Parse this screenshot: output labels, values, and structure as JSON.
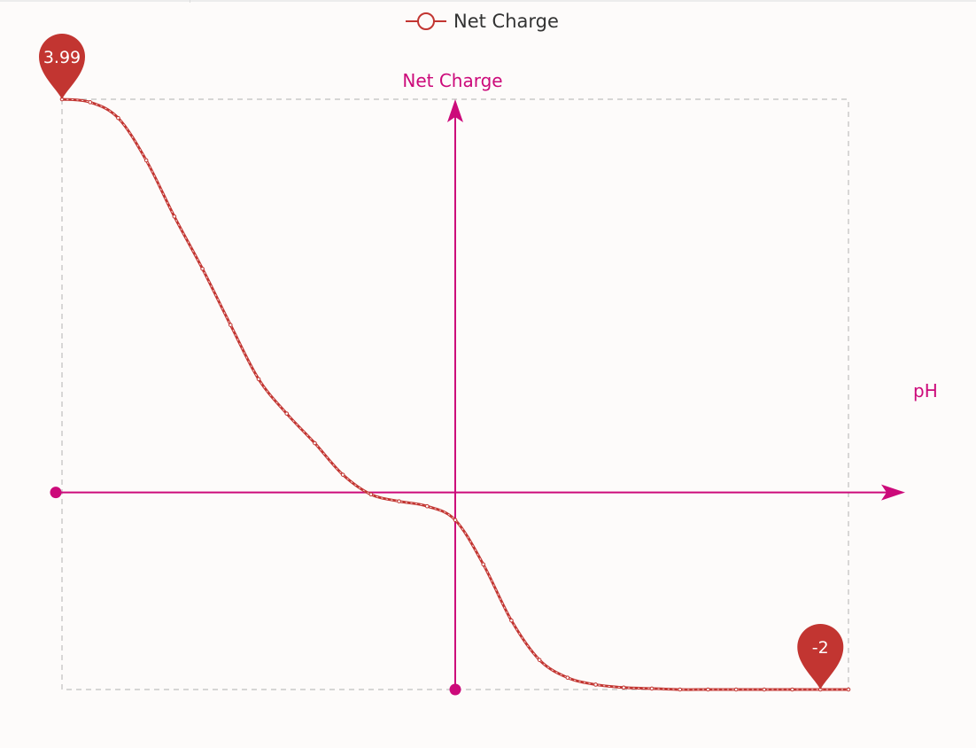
{
  "chart_data": {
    "type": "line",
    "legend": {
      "label": "Net Charge",
      "position": "top-center"
    },
    "xlabel": "pH",
    "ylabel": "Net Charge",
    "xlim": [
      0,
      14
    ],
    "ylim": [
      -2,
      3.99
    ],
    "axes_cross": {
      "x": 7,
      "y": 0
    },
    "grid": false,
    "series": [
      {
        "name": "Net Charge",
        "color": "#c23531",
        "x": [
          0,
          0.5,
          1,
          1.5,
          2,
          2.5,
          3,
          3.5,
          4,
          4.5,
          5,
          5.5,
          6,
          6.5,
          7,
          7.5,
          8,
          8.5,
          9,
          9.5,
          10,
          10.5,
          11,
          11.5,
          12,
          12.5,
          13,
          13.5,
          14
        ],
        "values": [
          3.99,
          3.96,
          3.8,
          3.37,
          2.8,
          2.27,
          1.7,
          1.15,
          0.8,
          0.5,
          0.18,
          -0.02,
          -0.09,
          -0.14,
          -0.28,
          -0.73,
          -1.3,
          -1.7,
          -1.88,
          -1.95,
          -1.98,
          -1.99,
          -2,
          -2,
          -2,
          -2,
          -2,
          -2,
          -2
        ]
      }
    ],
    "markpoints": [
      {
        "label": "3.99",
        "x": 0,
        "y": 3.99,
        "type": "max"
      },
      {
        "label": "-2",
        "x": 13.5,
        "y": -2,
        "type": "min"
      }
    ],
    "colors": {
      "axis": "#cc0a7a",
      "series": "#c23531",
      "frame": "#bfbfbf"
    }
  }
}
